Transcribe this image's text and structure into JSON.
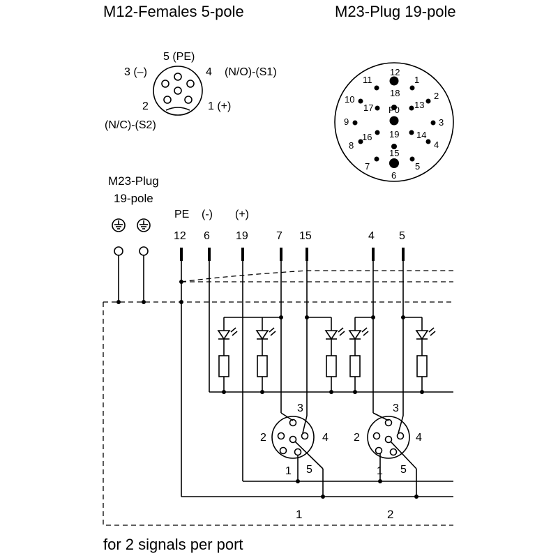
{
  "titles": {
    "m12": "M12-Females  5-pole",
    "m23": "M23-Plug  19-pole",
    "m23_left_line1": "M23-Plug",
    "m23_left_line2": "19-pole",
    "footer": "for 2 signals per port"
  },
  "m12_labels": {
    "pin5": "5 (PE)",
    "pin3": "3 (–)",
    "pin4": "4",
    "pin4_desc": "(N/O)-(S1)",
    "pin2": "2",
    "pin1": "1 (+)",
    "pin2_desc": "(N/C)-(S2)"
  },
  "m23_pins": [
    "12",
    "1",
    "11",
    "18",
    "2",
    "10",
    "17",
    "P0",
    "13",
    "9",
    "3",
    "19",
    "16",
    "14",
    "8",
    "4",
    "15",
    "7",
    "5",
    "6"
  ],
  "columns": {
    "headers": [
      "PE",
      "(-)",
      "(+)"
    ],
    "pins": [
      "12",
      "6",
      "19",
      "7",
      "15",
      "4",
      "5"
    ]
  },
  "port_connectors": {
    "p1": {
      "n3": "3",
      "n2": "2",
      "n4": "4",
      "n1": "1",
      "n5": "5"
    },
    "p2": {
      "n3": "3",
      "n2": "2",
      "n4": "4",
      "n1": "1",
      "n5": "5"
    }
  },
  "ports": [
    "1",
    "2"
  ],
  "icons": [
    "ground-icon",
    "led-icon",
    "resistor-icon"
  ]
}
